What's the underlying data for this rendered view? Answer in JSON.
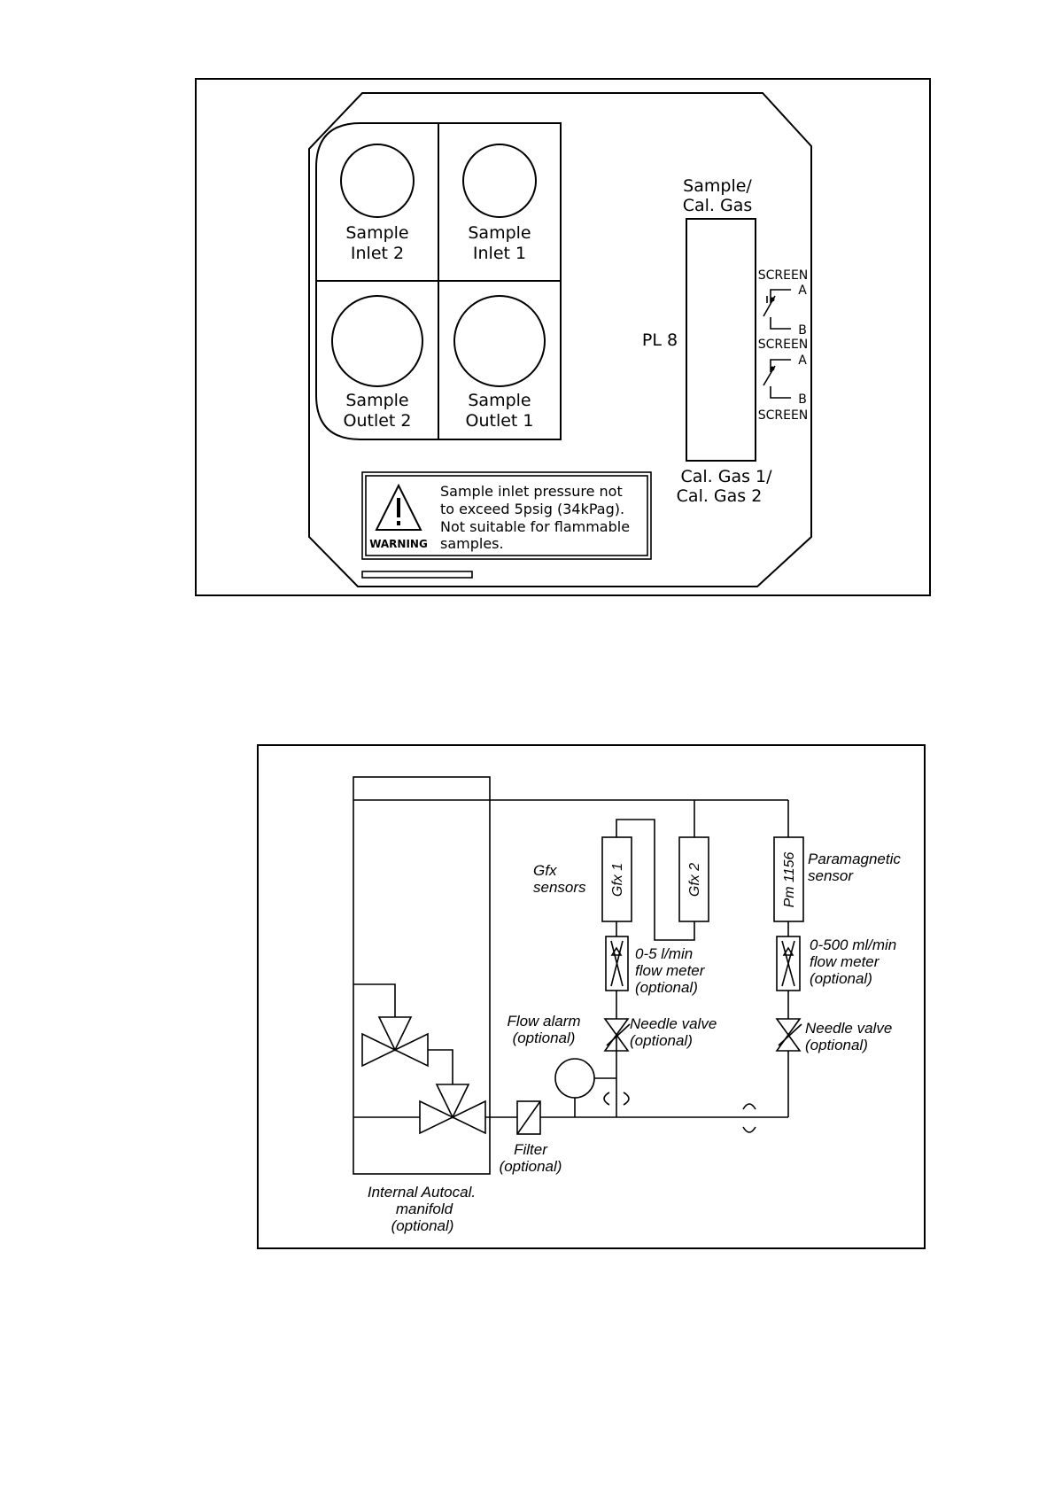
{
  "panel": {
    "ports": [
      {
        "line1": "Sample",
        "line2": "Inlet 2"
      },
      {
        "line1": "Sample",
        "line2": "Inlet 1"
      },
      {
        "line1": "Sample",
        "line2": "Outlet 2"
      },
      {
        "line1": "Sample",
        "line2": "Outlet 1"
      }
    ],
    "connector": {
      "name": "PL 8",
      "top_line1": "Sample/",
      "top_line2": "Cal. Gas",
      "bottom_line1": "Cal. Gas 1/",
      "bottom_line2": "Cal. Gas 2"
    },
    "relay": {
      "screen1": "SCREEN",
      "a1": "A",
      "b1": "B",
      "screen2": "SCREEN",
      "a2": "A",
      "b2": "B",
      "screen3": "SCREEN"
    },
    "warning": {
      "label": "WARNING",
      "line1": "Sample inlet pressure not",
      "line2": "to exceed 5psig (34kPag).",
      "line3": "Not suitable for flammable",
      "line4": "samples."
    }
  },
  "flow": {
    "gfx_sensors": {
      "line1": "Gfx",
      "line2": "sensors"
    },
    "gfx1": "Gfx 1",
    "gfx2": "Gfx 2",
    "pm": "Pm 1156",
    "paramagnetic": {
      "line1": "Paramagnetic",
      "line2": "sensor"
    },
    "flow_meter_1": {
      "line1": "0-5 l/min",
      "line2": "flow meter",
      "line3": "(optional)"
    },
    "flow_meter_2": {
      "line1": "0-500 ml/min",
      "line2": "flow meter",
      "line3": "(optional)"
    },
    "needle_valve_1": {
      "line1": "Needle valve",
      "line2": "(optional)"
    },
    "needle_valve_2": {
      "line1": "Needle valve",
      "line2": "(optional)"
    },
    "flow_alarm": {
      "line1": "Flow alarm",
      "line2": "(optional)"
    },
    "filter": {
      "line1": "Filter",
      "line2": "(optional)"
    },
    "manifold": {
      "line1": "Internal Autocal.",
      "line2": "manifold",
      "line3": "(optional)"
    }
  }
}
